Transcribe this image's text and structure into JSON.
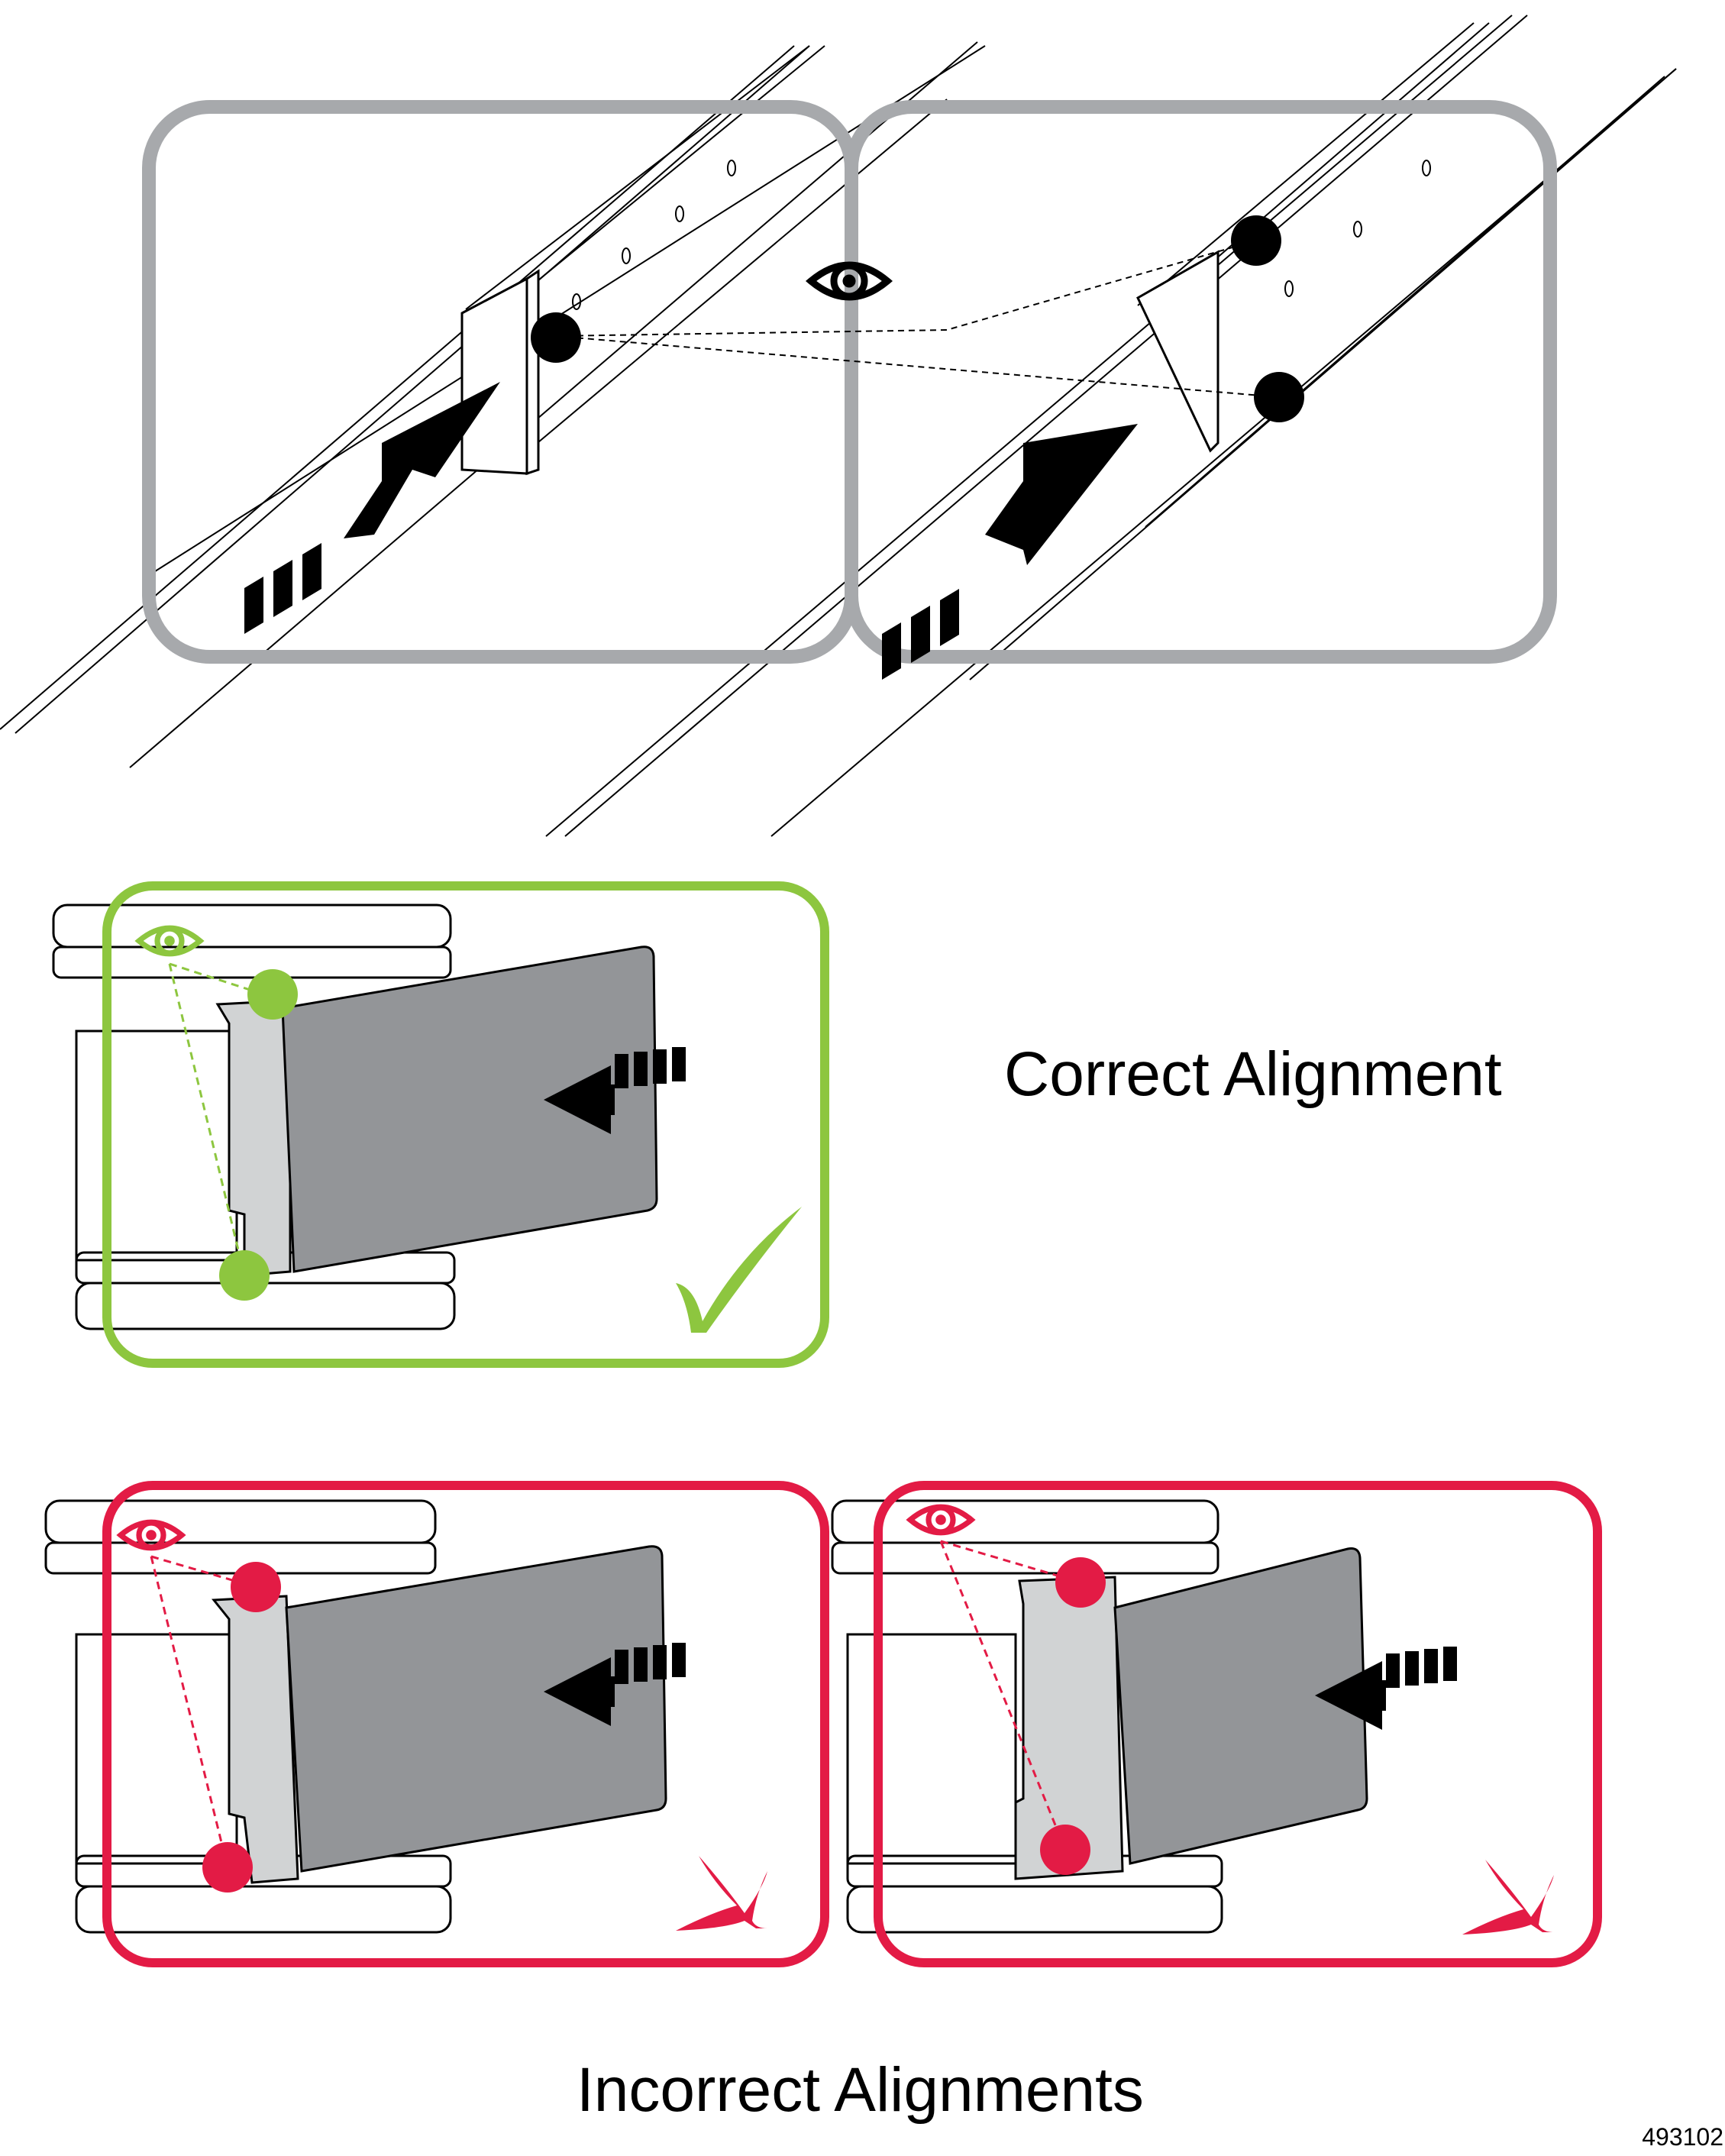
{
  "figure": {
    "id": "493102",
    "correct_label": "Correct Alignment",
    "incorrect_label": "Incorrect Alignments"
  },
  "colors": {
    "neutral_frame": "#a7a9ac",
    "correct": "#8dc63f",
    "incorrect": "#e31b45",
    "card": "#939598",
    "card_light": "#d1d3d4",
    "ink": "#000000"
  },
  "icons": {
    "view": "eye-icon",
    "correct": "checkmark-icon",
    "incorrect": "x-mark-icon",
    "direction": "arrow-icon",
    "alignment_point": "dot-marker"
  }
}
